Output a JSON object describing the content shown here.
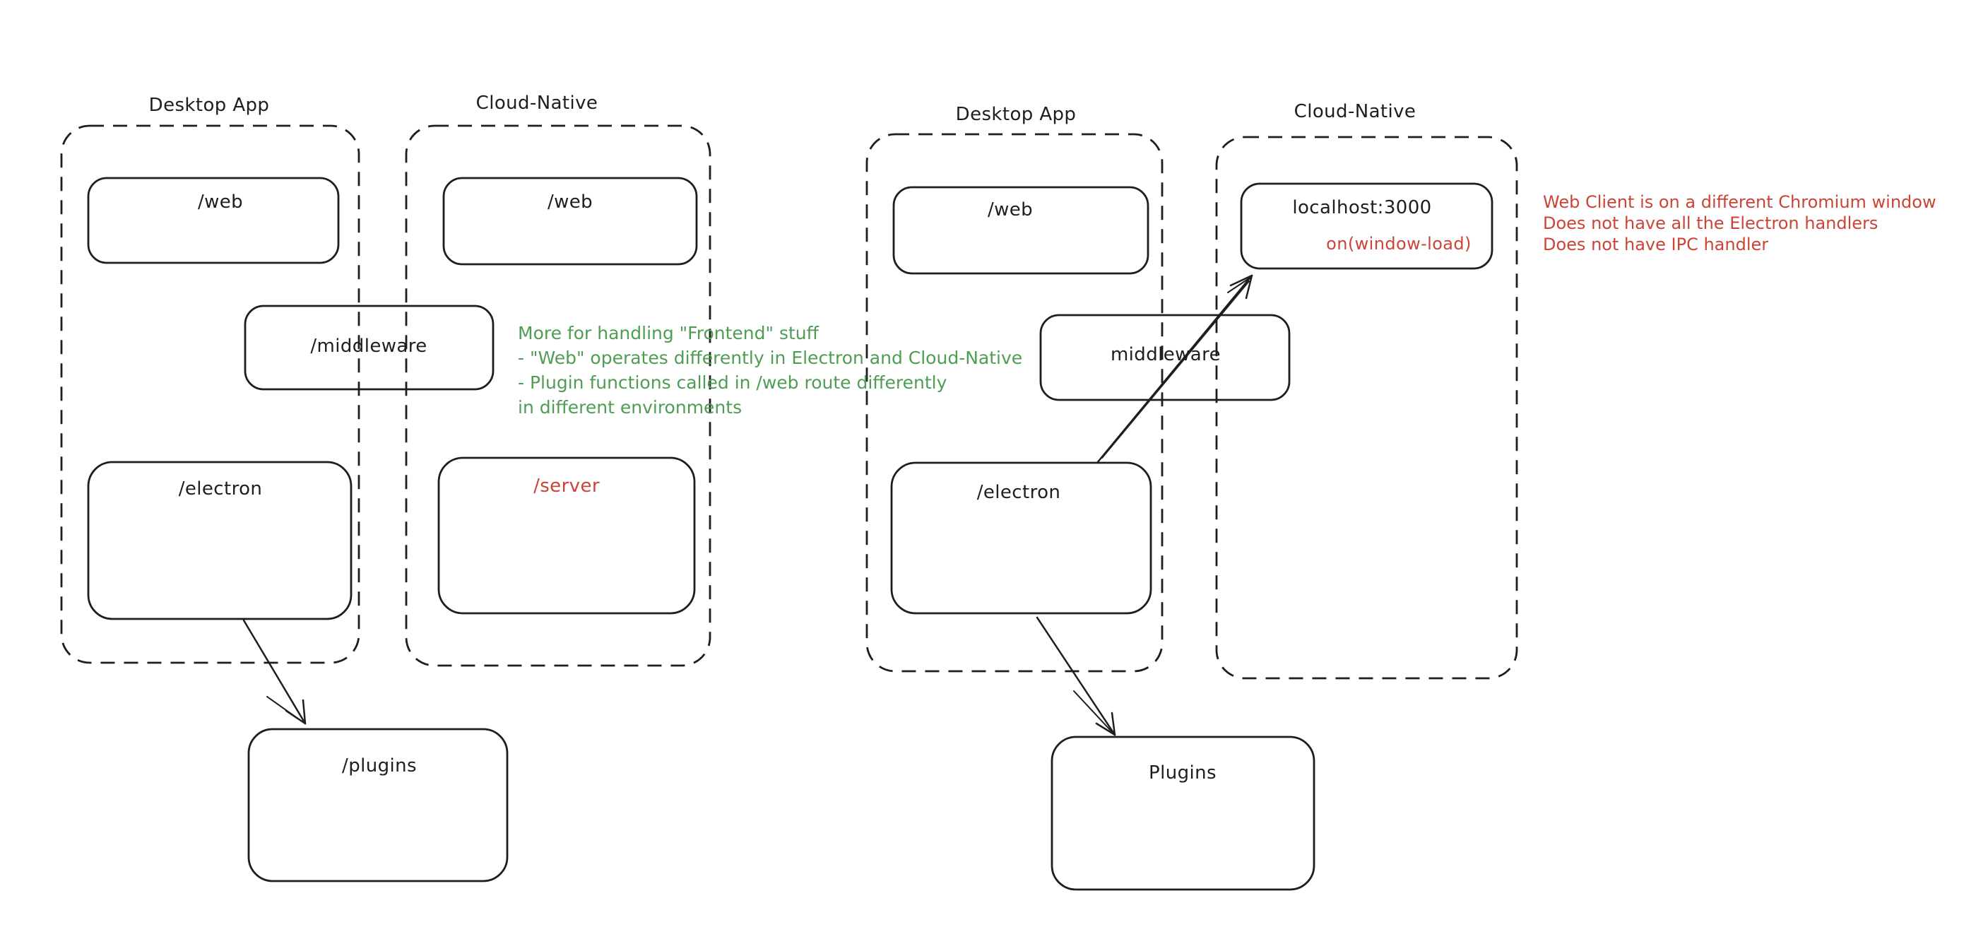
{
  "palette": {
    "ink": "#1e1e1e",
    "red": "#cb4437",
    "green": "#4f9d53",
    "background": "#ffffff"
  },
  "left_diagram": {
    "desktop_container_label": "Desktop App",
    "cloud_container_label": "Cloud-Native",
    "desktop_web_label": "/web",
    "cloud_web_label": "/web",
    "middleware_label": "/middleware",
    "electron_label": "/electron",
    "server_label": "/server",
    "plugins_label": "/plugins"
  },
  "right_diagram": {
    "desktop_container_label": "Desktop App",
    "cloud_container_label": "Cloud-Native",
    "desktop_web_label": "/web",
    "localhost_label": "localhost:3000",
    "window_load_label": "on(window-load)",
    "middleware_label": "middleware",
    "electron_label": "/electron",
    "plugins_label": "Plugins"
  },
  "annotations": {
    "green_note_lines": [
      "More for handling \"Frontend\" stuff",
      "- \"Web\" operates differently in Electron and Cloud-Native",
      "- Plugin functions called in /web route differently",
      "in different environments"
    ],
    "red_note_lines": [
      "Web Client is on a different Chromium window",
      "Does not have all the Electron handlers",
      "Does not have IPC handler"
    ]
  }
}
